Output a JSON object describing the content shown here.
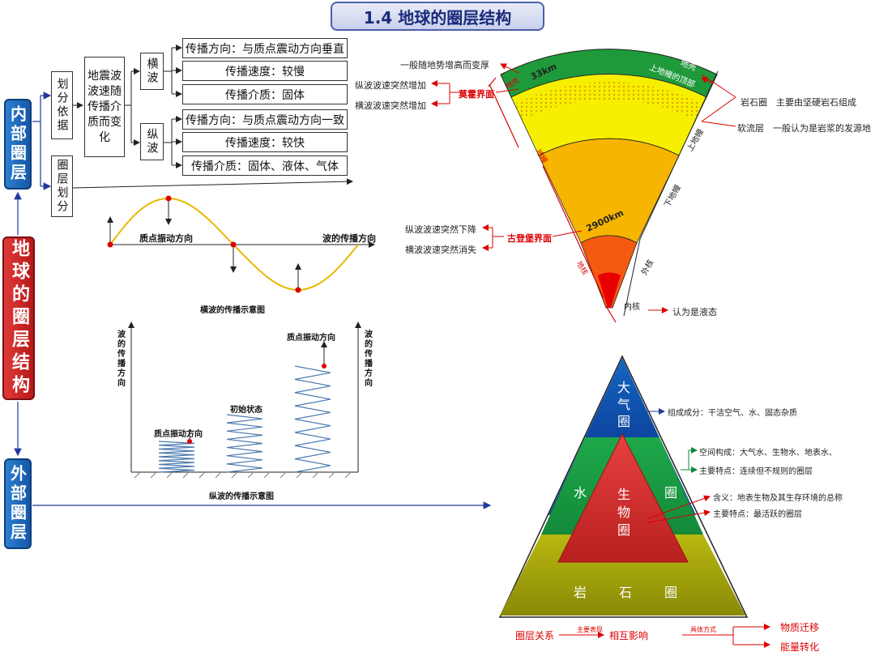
{
  "title": "1.4  地球的圈层结构",
  "left_labels": {
    "inner": "内部圈层",
    "main": "地球的圈层结构",
    "outer": "外部圈层"
  },
  "inner_tree": {
    "basis": "划分依据",
    "division": "圈层划分",
    "wave_speed": "地震波波速随传播介质而变化",
    "transverse": "横波",
    "longitudinal": "纵波",
    "transverse_items": [
      "传播方向：与质点震动方向垂直",
      "传播速度：较慢",
      "传播介质：固体"
    ],
    "longitudinal_items": [
      "传播方向：与质点震动方向一致",
      "传播速度：较快",
      "传播介质：固体、液体、气体"
    ]
  },
  "transverse_diagram": {
    "label_vibration": "质点振动方向",
    "label_propagation": "波的传播方向",
    "caption": "横波的传播示意图"
  },
  "longitudinal_diagram": {
    "left_axis": "波的传播方向",
    "right_axis": "波的传播方向",
    "label_vibration_low": "质点振动方向",
    "label_initial": "初始状态",
    "label_vibration_top": "质点振动方向",
    "caption": "纵波的传播示意图"
  },
  "earth_section": {
    "depth_33": "33km",
    "depth_2900": "2900km",
    "moho": "莫霍界面",
    "gutenberg": "古登堡界面",
    "crust": "地壳",
    "mantle": "地幔",
    "core": "地核",
    "crust_inner": "地壳",
    "upper_mantle_top": "上地幔的顶部",
    "upper_mantle": "上地幔",
    "lower_mantle": "下地幔",
    "outer_core": "外核",
    "inner_core": "内核",
    "crust_note": "一般随地势增高而变厚",
    "moho_p": "纵波波速突然增加",
    "moho_s": "横波波速突然增加",
    "gut_p": "纵波波速突然下降",
    "gut_s": "横波波速突然消失",
    "lithosphere": "岩石圈　主要由坚硬岩石组成",
    "asthenosphere": "软流层　一般认为是岩浆的发源地",
    "outer_core_note": "认为是液态"
  },
  "outer_pyramid": {
    "atmosphere": "大气圈",
    "hydro_left": "水",
    "hydro_right": "圈",
    "biosphere": "生物圈",
    "litho": [
      "岩",
      "石",
      "圈"
    ],
    "atm_note": "组成成分：干洁空气、水、固态杂质",
    "hydro_note1": "空间构成：大气水、生物水、地表水、",
    "hydro_note2": "主要特点：连续但不规则的圈层",
    "bio_note1": "含义：地表生物及其生存环境的总称",
    "bio_note2": "主要特点：最活跃的圈层",
    "relation": "圈层关系",
    "main_show": "主要表现",
    "interaction": "相互影响",
    "method": "具体方式",
    "material": "物质迁移",
    "energy": "能量转化"
  },
  "colors": {
    "blue_label": "#1f6cc0",
    "red_label": "#cc2020",
    "crust_green": "#1f9a3a",
    "mantle_yellow": "#f6f000",
    "lower_mantle_orange": "#f7b400",
    "outer_core_orange": "#f55a10",
    "inner_core_red": "#e80000"
  }
}
